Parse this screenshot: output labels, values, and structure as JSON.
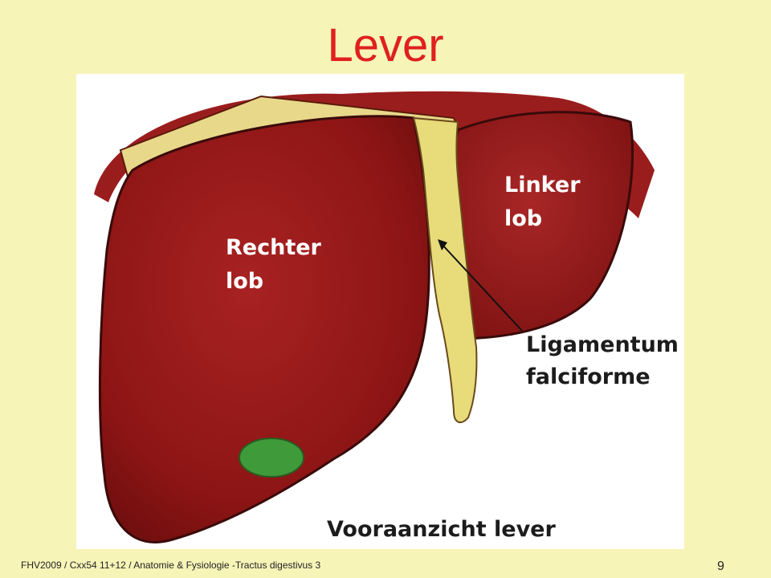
{
  "slide": {
    "title": "Lever",
    "footer": "FHV2009 / Cxx54 11+12 / Anatomie & Fysiologie -Tractus digestivus 3",
    "page_number": "9"
  },
  "figure": {
    "labels": {
      "right_lobe_line1": "Rechter",
      "right_lobe_line2": "lob",
      "left_lobe_line1": "Linker",
      "left_lobe_line2": "lob",
      "ligament_line1": "Ligamentum",
      "ligament_line2": "falciforme",
      "caption": "Vooraanzicht lever"
    },
    "colors": {
      "background": "#f7f4b8",
      "title": "#e0201e",
      "liver": "#8f1414",
      "ligament": "#e8db7a",
      "gallbladder": "#3f9a3a"
    }
  }
}
